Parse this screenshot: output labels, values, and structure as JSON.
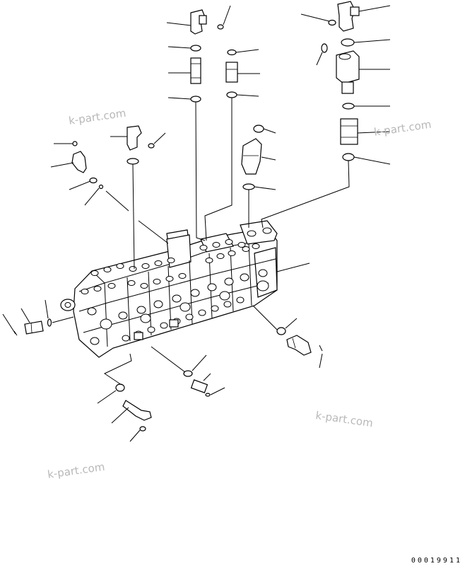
{
  "watermarks": [
    "k-part.com",
    "k-part.com",
    "k-part.com",
    "k-part.com"
  ],
  "drawing_code": "00019911"
}
